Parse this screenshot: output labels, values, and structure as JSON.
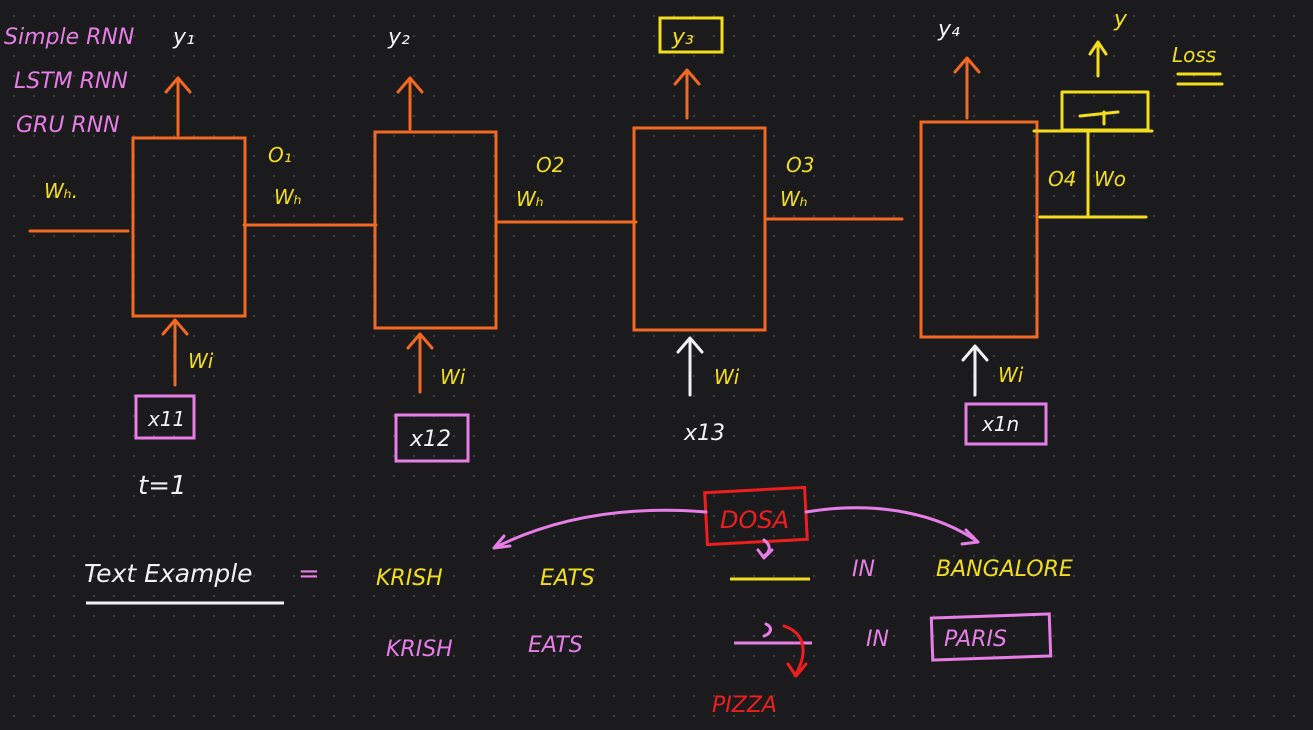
{
  "rnn_types": [
    "Simple RNN",
    "LSTM RNN",
    "GRU RNN"
  ],
  "outputs": {
    "y1": "y₁",
    "y2": "y₂",
    "y3": "y₃",
    "y4": "y₄",
    "y": "y"
  },
  "hidden_labels": {
    "wh_start": "Wₕ.",
    "o1": "O₁",
    "o2": "O2",
    "o3": "O3",
    "o4": "O4",
    "wh": "Wₕ",
    "wo": "Wo",
    "loss": "Loss"
  },
  "inputs": {
    "wi": "Wi",
    "x11": "x11",
    "x12": "x12",
    "x13": "x13",
    "x1n": "x1n",
    "t": "t=1"
  },
  "text_example": {
    "label": "Text Example",
    "equals": "=",
    "row1": [
      "KRISH",
      "EATS",
      "IN",
      "BANGALORE"
    ],
    "row1_blank_word": "DOSA",
    "row2": [
      "KRISH",
      "EATS",
      "IN",
      "PARIS"
    ],
    "row2_blank_word": "PIZZA"
  },
  "colors": {
    "orange": "#f26a22",
    "pink": "#e67ee6",
    "yellow": "#f2de1e",
    "red": "#ee1e1e",
    "white": "#f2f2f2",
    "background": "#1b1b1e"
  }
}
